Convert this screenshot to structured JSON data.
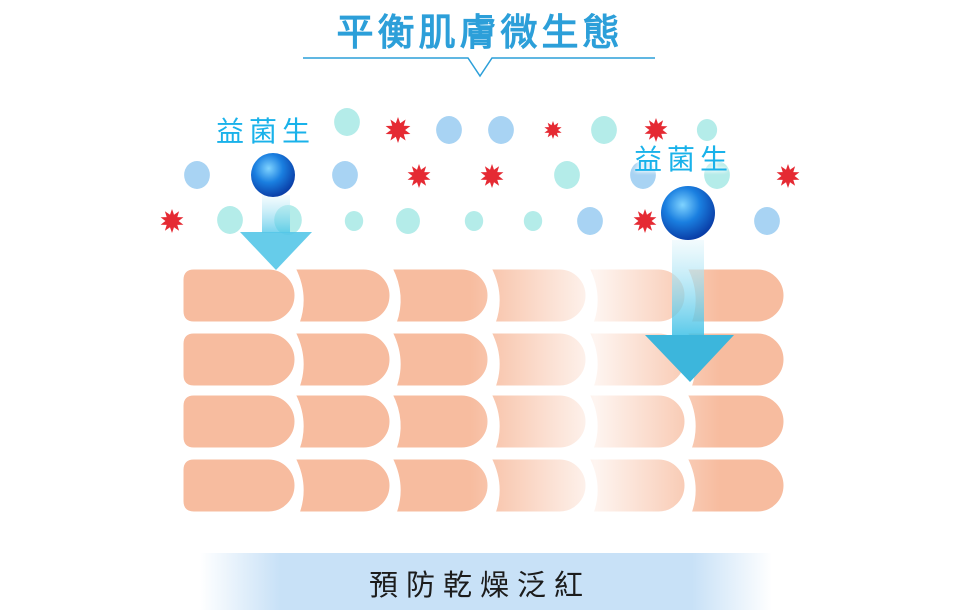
{
  "title": "平衡肌膚微生態",
  "probiotic_label_left": "益菌生",
  "probiotic_label_right": "益菌生",
  "caption": "預防乾燥泛紅",
  "colors": {
    "title": "#2c9fd9",
    "label": "#19b2ea",
    "skin_cell": "#f7bc9f",
    "teal_bubble": "#b4ece9",
    "blue_bubble": "#a8d3f3",
    "bad_bacteria": "#e52a33",
    "arrow": "#3cc0e6",
    "caption_band": "#c8e1f7"
  }
}
